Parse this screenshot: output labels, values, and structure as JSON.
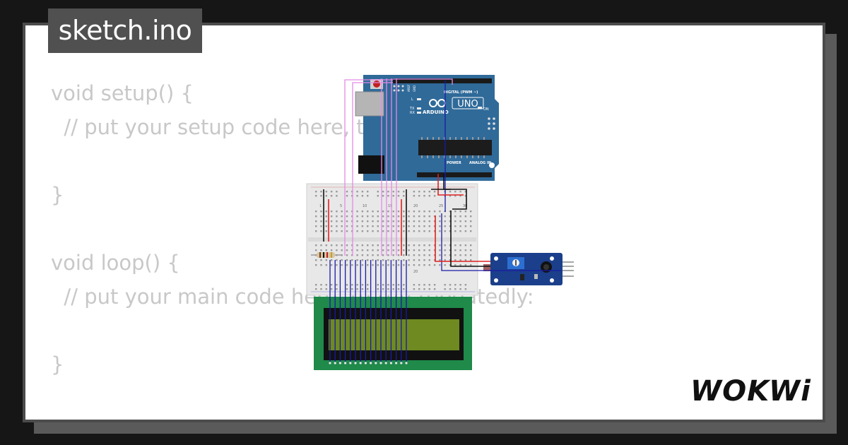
{
  "header": {
    "filename": "sketch.ino"
  },
  "code": {
    "lines": [
      "void setup() {",
      "  // put your setup code here, to run once:",
      "",
      "}",
      "",
      "void loop() {",
      "  // put your main code here, to run repeatedly:",
      "",
      "}"
    ]
  },
  "arduino": {
    "model": "UNO",
    "brand": "ARDUINO",
    "digital_label": "DIGITAL (PWM ~)",
    "power_label": "POWER",
    "analog_label": "ANALOG IN",
    "on_label": "ON",
    "l_label": "L",
    "tx_label": "TX",
    "rx_label": "RX",
    "aref_label": "AREF",
    "gnd_label": "GND",
    "board_color": "#2f6a99"
  },
  "breadboard": {
    "column_numbers": [
      "1",
      "5",
      "10",
      "15",
      "20",
      "25",
      "30"
    ]
  },
  "colors": {
    "wire_pink": "#e58ae8",
    "wire_blue": "#1a1aa8",
    "wire_red": "#e02020",
    "wire_black": "#111111",
    "lcd_pcb": "#1f8a4a",
    "lcd_screen": "#6e8a20",
    "sensor_pcb": "#1b3f8a"
  },
  "branding": {
    "logo_text": "WOKWi"
  }
}
